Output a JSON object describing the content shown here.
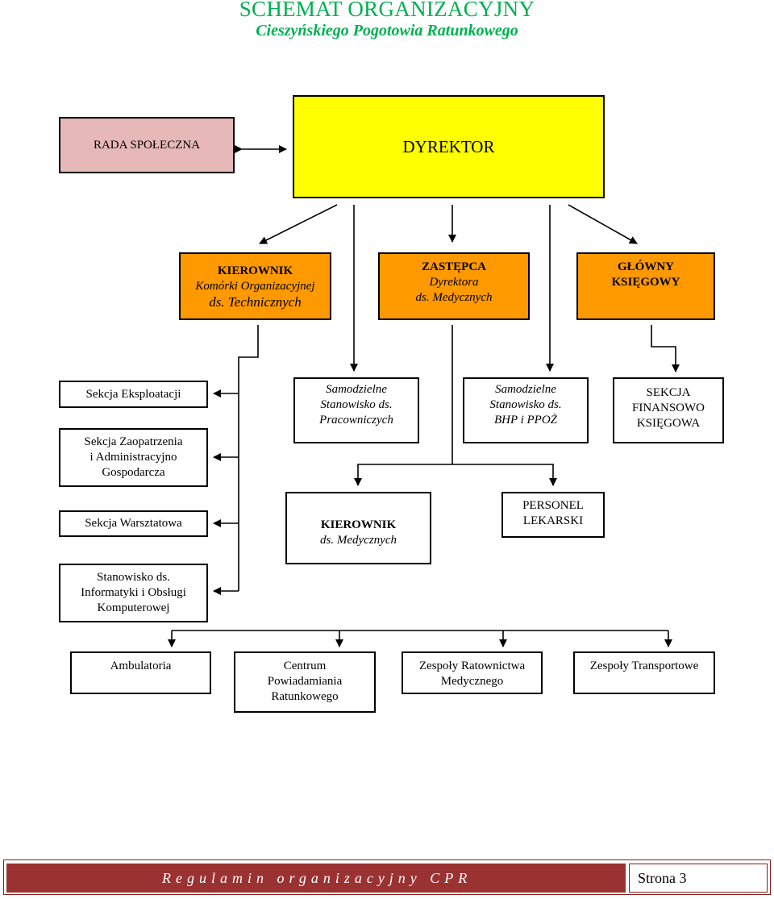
{
  "header": {
    "title": "SCHEMAT ORGANIZACYJNY",
    "subtitle": "Cieszyńskiego Pogotowia Ratunkowego"
  },
  "boxes": {
    "rada": "RADA SPOŁECZNA",
    "dyrektor": "DYREKTOR",
    "kierownik_tech": {
      "l1": "KIEROWNIK",
      "l2": "Komórki Organizacyjnej",
      "l3": "ds. Technicznych"
    },
    "zastepca": {
      "l1": "ZASTĘPCA",
      "l2": "Dyrektora",
      "l3": "ds. Medycznych"
    },
    "ksiegowy": {
      "l1": "GŁÓWNY",
      "l2": "KSIĘGOWY"
    },
    "sekcja_eksploatacji": "Sekcja Eksploatacji",
    "sekcja_zaopatrzenia": {
      "l1": "Sekcja Zaopatrzenia",
      "l2": "i Administracyjno",
      "l3": "Gospodarcza"
    },
    "sekcja_warsztatowa": "Sekcja Warsztatowa",
    "stanowisko_informatyki": {
      "l1": "Stanowisko ds.",
      "l2": "Informatyki i Obsługi",
      "l3": "Komputerowej"
    },
    "stanowisko_pracowniczych": {
      "l1": "Samodzielne",
      "l2": "Stanowisko ds.",
      "l3": "Pracowniczych"
    },
    "stanowisko_bhp": {
      "l1": "Samodzielne",
      "l2": "Stanowisko ds.",
      "l3": "BHP i PPOŻ"
    },
    "sekcja_finansowo": {
      "l1": "SEKCJA",
      "l2": "FINANSOWO",
      "l3": "KSIĘGOWA"
    },
    "kierownik_med": {
      "l1": "KIEROWNIK",
      "l2": "ds. Medycznych"
    },
    "personel": {
      "l1": "PERSONEL",
      "l2": "LEKARSKI"
    },
    "ambulatoria": "Ambulatoria",
    "centrum": {
      "l1": "Centrum",
      "l2": "Powiadamiania",
      "l3": "Ratunkowego"
    },
    "zespoly_ratownictwa": {
      "l1": "Zespoły Ratownictwa",
      "l2": "Medycznego"
    },
    "zespoly_transportowe": "Zespoły Transportowe"
  },
  "colors": {
    "title": "#00b050",
    "dyrektor": "#ffff00",
    "rada": "#e6b8b7",
    "orange": "#ff9900",
    "footer": "#9b3232"
  },
  "footer": {
    "left": "Regulamin organizacyjny CPR",
    "right": "Strona 3"
  }
}
